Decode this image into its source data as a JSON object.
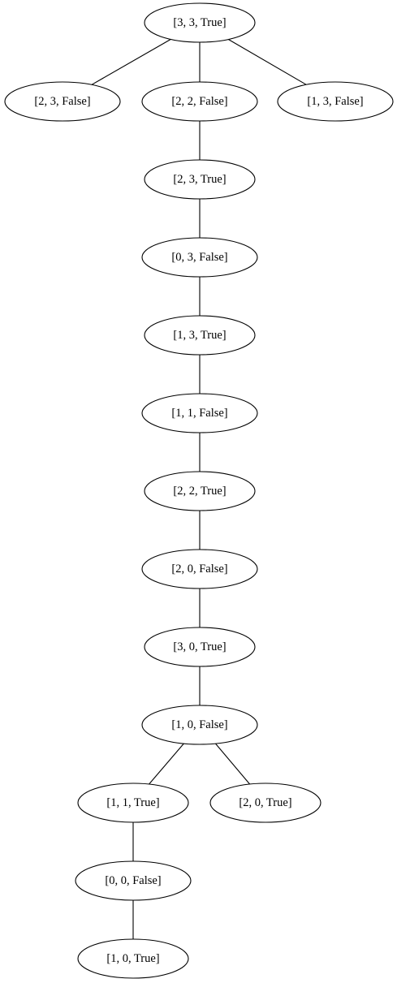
{
  "nodes": [
    {
      "id": "n0",
      "label": "[3, 3, True]"
    },
    {
      "id": "n1",
      "label": "[2, 3, False]"
    },
    {
      "id": "n2",
      "label": "[2, 2, False]"
    },
    {
      "id": "n3",
      "label": "[1, 3, False]"
    },
    {
      "id": "n4",
      "label": "[2, 3, True]"
    },
    {
      "id": "n5",
      "label": "[0, 3, False]"
    },
    {
      "id": "n6",
      "label": "[1, 3, True]"
    },
    {
      "id": "n7",
      "label": "[1, 1, False]"
    },
    {
      "id": "n8",
      "label": "[2, 2, True]"
    },
    {
      "id": "n9",
      "label": "[2, 0, False]"
    },
    {
      "id": "n10",
      "label": "[3, 0, True]"
    },
    {
      "id": "n11",
      "label": "[1, 0, False]"
    },
    {
      "id": "n12",
      "label": "[1, 1, True]"
    },
    {
      "id": "n13",
      "label": "[2, 0, True]"
    },
    {
      "id": "n14",
      "label": "[0, 0, False]"
    },
    {
      "id": "n15",
      "label": "[1, 0, True]"
    }
  ],
  "edges": [
    {
      "from": "n0",
      "to": "n1"
    },
    {
      "from": "n0",
      "to": "n2"
    },
    {
      "from": "n0",
      "to": "n3"
    },
    {
      "from": "n2",
      "to": "n4"
    },
    {
      "from": "n4",
      "to": "n5"
    },
    {
      "from": "n5",
      "to": "n6"
    },
    {
      "from": "n6",
      "to": "n7"
    },
    {
      "from": "n7",
      "to": "n8"
    },
    {
      "from": "n8",
      "to": "n9"
    },
    {
      "from": "n9",
      "to": "n10"
    },
    {
      "from": "n10",
      "to": "n11"
    },
    {
      "from": "n11",
      "to": "n12"
    },
    {
      "from": "n11",
      "to": "n13"
    },
    {
      "from": "n12",
      "to": "n14"
    },
    {
      "from": "n14",
      "to": "n15"
    }
  ]
}
